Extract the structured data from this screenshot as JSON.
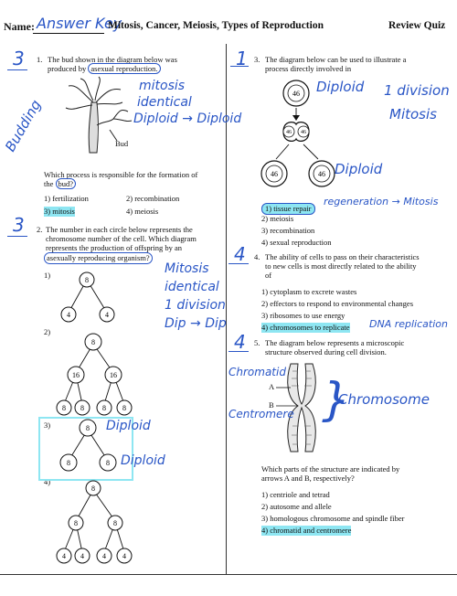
{
  "header": {
    "name_label": "Name:",
    "answer_key": "Answer Key",
    "title": "Mitosis, Cancer, Meiosis, Types of Reproduction",
    "review": "Review Quiz"
  },
  "q1": {
    "answer_mark": "3",
    "number": "1.",
    "text_a": "The bud shown in the diagram below was",
    "text_b": "produced by",
    "text_b_circled": "asexual reproduction.",
    "bud_label": "Bud",
    "side_note": "Budding",
    "notes": [
      "mitosis",
      "identical",
      "Diploid → Diploid"
    ],
    "question_a": "Which process is responsible for the formation of",
    "question_b": "the",
    "question_b_circled": "bud?",
    "options": [
      "1) fertilization",
      "2) recombination",
      "3) mitosis",
      "4) meiosis"
    ]
  },
  "q2": {
    "answer_mark": "3",
    "number": "2.",
    "lines": [
      "The number in each circle below represents the",
      "chromosome number of the cell. Which diagram",
      "represents the production of offspring by an"
    ],
    "circled": "asexually reproducing organism?",
    "labels": [
      "1)",
      "2)",
      "3)",
      "4)"
    ],
    "d1": [
      "8",
      "4",
      "4"
    ],
    "d2": [
      "8",
      "16",
      "16",
      "8",
      "8",
      "8",
      "8"
    ],
    "d3": [
      "8",
      "8",
      "8"
    ],
    "d4": [
      "8",
      "8",
      "8",
      "4",
      "4",
      "4",
      "4"
    ],
    "notes": [
      "Mitosis",
      "identical",
      "1 division",
      "Dip → Dip"
    ],
    "diploid_a": "Diploid",
    "diploid_b": "Diploid"
  },
  "q3": {
    "answer_mark": "1",
    "number": "3.",
    "text_a": "The diagram below can be used to illustrate a",
    "text_b": "process directly involved in",
    "cells": [
      "46",
      "46",
      "46",
      "46",
      "46"
    ],
    "note_diploid": "Diploid",
    "note_division": "1 division",
    "note_mitosis": "Mitosis",
    "note_diploid2": "Diploid",
    "options": [
      "1) tissue repair",
      "2) meiosis",
      "3) recombination",
      "4) sexual reproduction"
    ],
    "note_regen": "regeneration → Mitosis"
  },
  "q4": {
    "answer_mark": "4",
    "number": "4.",
    "lines": [
      "The ability of cells to pass on their characteristics",
      "to new cells is most directly related to the ability",
      "of"
    ],
    "options": [
      "1) cytoplasm to excrete wastes",
      "2) effectors to respond to environmental changes",
      "3) ribosomes to use energy",
      "4) chromosomes to replicate"
    ],
    "note": "DNA replication"
  },
  "q5": {
    "answer_mark": "4",
    "number": "5.",
    "lines": [
      "The diagram below represents a microscopic",
      "structure observed during cell division."
    ],
    "label_a": "A",
    "label_b": "B",
    "note_chromatid": "Chromatid",
    "note_centromere": "Centromere",
    "note_chromosome": "Chromosome",
    "question": [
      "Which parts of the structure are indicated by",
      "arrows A and B, respectively?"
    ],
    "options": [
      "1) centriole and tetrad",
      "2) autosome and allele",
      "3) homologous chromosome and spindle fiber",
      "4) chromatid and centromere"
    ]
  }
}
